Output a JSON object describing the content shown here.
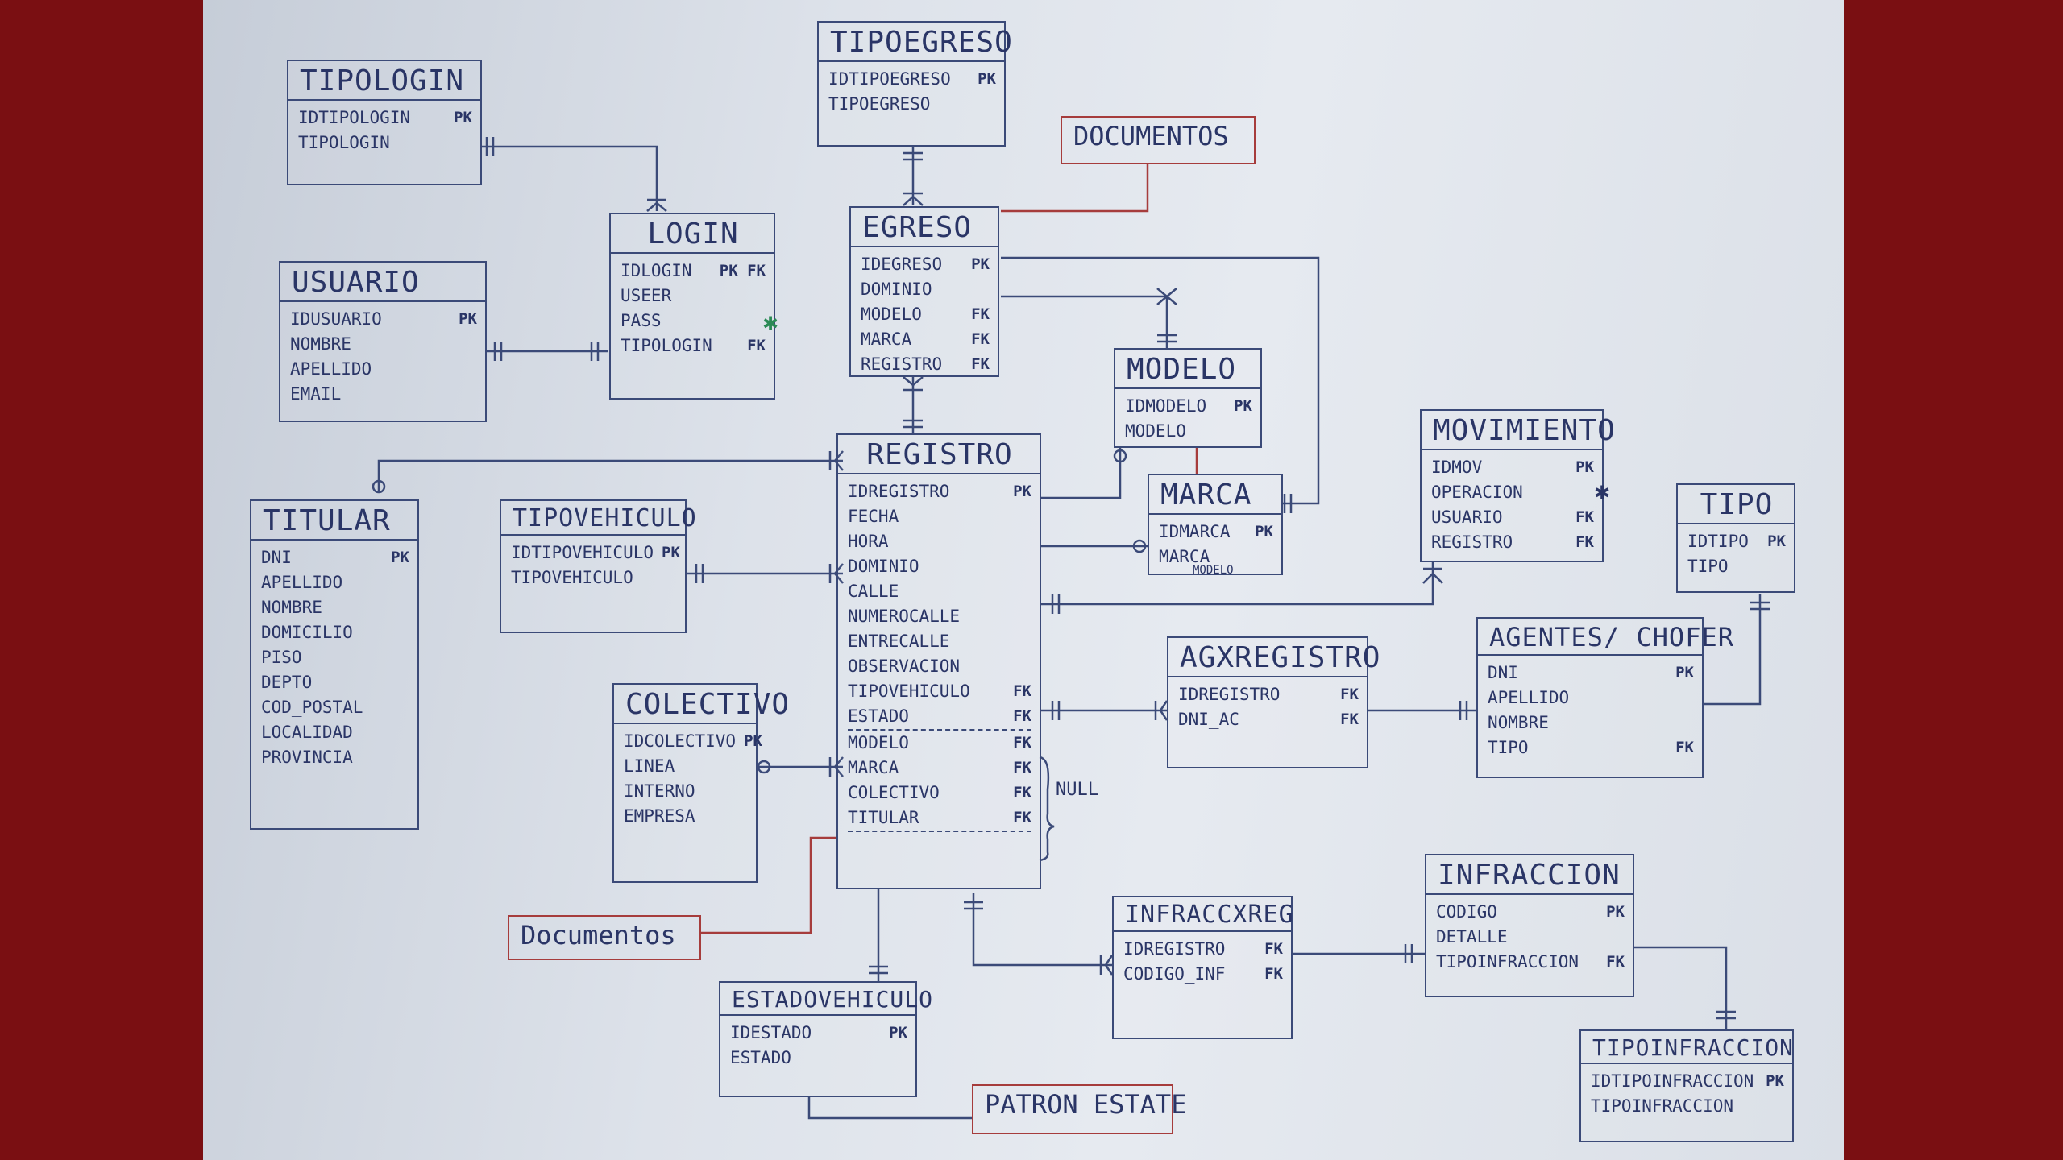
{
  "entities": {
    "tipologin": {
      "title": "TIPOLOGIN",
      "rows": [
        {
          "name": "IDTIPOLOGIN",
          "key": "PK"
        },
        {
          "name": "TIPOLOGIN",
          "key": ""
        }
      ]
    },
    "tipoegreso": {
      "title": "TIPOEGRESO",
      "rows": [
        {
          "name": "IDTIPOEGRESO",
          "key": "PK"
        },
        {
          "name": "TIPOEGRESO",
          "key": ""
        }
      ]
    },
    "login": {
      "title": "LOGIN",
      "rows": [
        {
          "name": "IDLOGIN",
          "key": "PK FK"
        },
        {
          "name": "USEER",
          "key": ""
        },
        {
          "name": "PASS",
          "key": ""
        },
        {
          "name": "TIPOLOGIN",
          "key": "FK"
        }
      ]
    },
    "usuario": {
      "title": "USUARIO",
      "rows": [
        {
          "name": "IDUSUARIO",
          "key": "PK"
        },
        {
          "name": "NOMBRE",
          "key": ""
        },
        {
          "name": "APELLIDO",
          "key": ""
        },
        {
          "name": "EMAIL",
          "key": ""
        }
      ]
    },
    "egreso": {
      "title": "EGRESO",
      "rows": [
        {
          "name": "IDEGRESO",
          "key": "PK"
        },
        {
          "name": "DOMINIO",
          "key": ""
        },
        {
          "name": "MODELO",
          "key": "FK"
        },
        {
          "name": "MARCA",
          "key": "FK"
        },
        {
          "name": "REGISTRO",
          "key": "FK"
        }
      ]
    },
    "modelo": {
      "title": "MODELO",
      "rows": [
        {
          "name": "IDMODELO",
          "key": "PK"
        },
        {
          "name": "MODELO",
          "key": ""
        }
      ]
    },
    "marca": {
      "title": "MARCA",
      "rows": [
        {
          "name": "IDMARCA",
          "key": "PK"
        },
        {
          "name": "MARCA",
          "key": ""
        }
      ]
    },
    "movimiento": {
      "title": "MOVIMIENTO",
      "rows": [
        {
          "name": "IDMOV",
          "key": "PK"
        },
        {
          "name": "OPERACION",
          "key": ""
        },
        {
          "name": "USUARIO",
          "key": "FK"
        },
        {
          "name": "REGISTRO",
          "key": "FK"
        }
      ]
    },
    "tipo": {
      "title": "TIPO",
      "rows": [
        {
          "name": "IDTIPO",
          "key": "PK"
        },
        {
          "name": "TIPO",
          "key": ""
        }
      ]
    },
    "titular": {
      "title": "TITULAR",
      "rows": [
        {
          "name": "DNI",
          "key": "PK"
        },
        {
          "name": "APELLIDO",
          "key": ""
        },
        {
          "name": "NOMBRE",
          "key": ""
        },
        {
          "name": "DOMICILIO",
          "key": ""
        },
        {
          "name": "PISO",
          "key": ""
        },
        {
          "name": "DEPTO",
          "key": ""
        },
        {
          "name": "COD_POSTAL",
          "key": ""
        },
        {
          "name": "LOCALIDAD",
          "key": ""
        },
        {
          "name": "PROVINCIA",
          "key": ""
        }
      ]
    },
    "tipovehiculo": {
      "title": "TIPOVEHICULO",
      "rows": [
        {
          "name": "IDTIPOVEHICULO",
          "key": "PK"
        },
        {
          "name": "TIPOVEHICULO",
          "key": ""
        }
      ]
    },
    "registro": {
      "title": "REGISTRO",
      "rows": [
        {
          "name": "IDREGISTRO",
          "key": "PK"
        },
        {
          "name": "FECHA",
          "key": ""
        },
        {
          "name": "HORA",
          "key": ""
        },
        {
          "name": "DOMINIO",
          "key": ""
        },
        {
          "name": "CALLE",
          "key": ""
        },
        {
          "name": "NUMEROCALLE",
          "key": ""
        },
        {
          "name": "ENTRECALLE",
          "key": ""
        },
        {
          "name": "OBSERVACION",
          "key": ""
        },
        {
          "name": "TIPOVEHICULO",
          "key": "FK"
        },
        {
          "name": "ESTADO",
          "key": "FK"
        },
        {
          "name": "MODELO",
          "key": "FK"
        },
        {
          "name": "MARCA",
          "key": "FK"
        },
        {
          "name": "COLECTIVO",
          "key": "FK"
        },
        {
          "name": "TITULAR",
          "key": "FK"
        }
      ]
    },
    "colectivo": {
      "title": "COLECTIVO",
      "rows": [
        {
          "name": "IDCOLECTIVO",
          "key": "PK"
        },
        {
          "name": "LINEA",
          "key": ""
        },
        {
          "name": "INTERNO",
          "key": ""
        },
        {
          "name": "EMPRESA",
          "key": ""
        }
      ]
    },
    "agxregistro": {
      "title": "AGXREGISTRO",
      "rows": [
        {
          "name": "IDREGISTRO",
          "key": "FK"
        },
        {
          "name": "DNI_AC",
          "key": "FK"
        }
      ]
    },
    "agentes": {
      "title": "AGENTES/ CHOFER",
      "rows": [
        {
          "name": "DNI",
          "key": "PK"
        },
        {
          "name": "APELLIDO",
          "key": ""
        },
        {
          "name": "NOMBRE",
          "key": ""
        },
        {
          "name": "TIPO",
          "key": "FK"
        }
      ]
    },
    "infraccion": {
      "title": "INFRACCION",
      "rows": [
        {
          "name": "CODIGO",
          "key": "PK"
        },
        {
          "name": "DETALLE",
          "key": ""
        },
        {
          "name": "TIPOINFRACCION",
          "key": "FK"
        }
      ]
    },
    "infracxreg": {
      "title": "INFRACCXREG",
      "rows": [
        {
          "name": "IDREGISTRO",
          "key": "FK"
        },
        {
          "name": "CODIGO_INF",
          "key": "FK"
        }
      ]
    },
    "estadovehiculo": {
      "title": "ESTADOVEHICULO",
      "rows": [
        {
          "name": "IDESTADO",
          "key": "PK"
        },
        {
          "name": "ESTADO",
          "key": ""
        }
      ]
    },
    "tipoinfraccion": {
      "title": "TIPOINFRACCION",
      "rows": [
        {
          "name": "IDTIPOINFRACCION",
          "key": "PK"
        },
        {
          "name": "TIPOINFRACCION",
          "key": ""
        }
      ]
    }
  },
  "notes": {
    "documentos_top": "DOCUMENTOS",
    "documentos_bottom": "Documentos",
    "patron_estate": "PATRON ESTATE"
  },
  "labels": {
    "null_brace": "NULL",
    "modelo_small": "MODELO"
  },
  "colors": {
    "ink": "#2a3566",
    "paper": "#e2e6ed",
    "note_border": "#a63c3c",
    "background": "#7a0f12"
  }
}
